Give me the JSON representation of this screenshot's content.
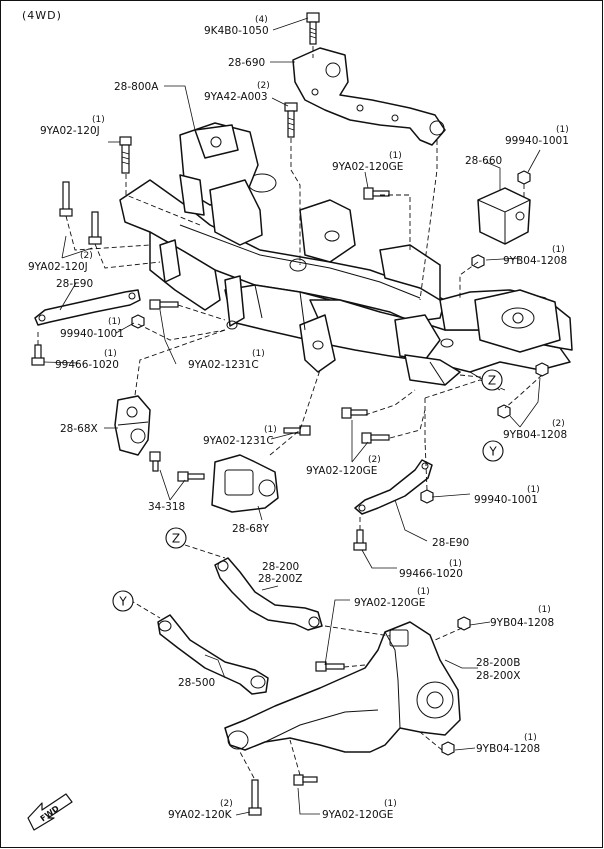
{
  "header": {
    "variant": "(4WD)"
  },
  "callouts": {
    "c_9k4b0": {
      "code": "9K4B0-1050",
      "qty": "(4)"
    },
    "c_28690": {
      "code": "28-690"
    },
    "c_28800a": {
      "code": "28-800A"
    },
    "c_9ya42": {
      "code": "9YA42-A003",
      "qty": "(2)"
    },
    "c_9ya02_120j_top": {
      "code": "9YA02-120J",
      "qty": "(1)"
    },
    "c_99940_1001_r": {
      "code": "99940-1001",
      "qty": "(1)"
    },
    "c_9ya02_120ge_top": {
      "code": "9YA02-120GE",
      "qty": "(1)"
    },
    "c_28660": {
      "code": "28-660"
    },
    "c_9ya02_120j_l": {
      "code": "9YA02-120J",
      "qty": "(2)"
    },
    "c_9yb04_1208_a": {
      "code": "9YB04-1208",
      "qty": "(1)"
    },
    "c_28e90_l": {
      "code": "28-E90"
    },
    "c_99940_1001_l": {
      "code": "99940-1001",
      "qty": "(1)"
    },
    "c_99466_1020_l": {
      "code": "99466-1020",
      "qty": "(1)"
    },
    "c_9ya02_1231c_a": {
      "code": "9YA02-1231C",
      "qty": "(1)"
    },
    "c_2868x": {
      "code": "28-68X"
    },
    "c_9yb04_1208_b": {
      "code": "9YB04-1208",
      "qty": "(2)"
    },
    "c_9ya02_1231c_b": {
      "code": "9YA02-1231C",
      "qty": "(1)"
    },
    "c_9ya02_120ge_mid": {
      "code": "9YA02-120GE",
      "qty": "(2)"
    },
    "c_34318": {
      "code": "34-318"
    },
    "c_2868y": {
      "code": "28-68Y"
    },
    "c_99940_1001_m": {
      "code": "99940-1001",
      "qty": "(1)"
    },
    "c_28e90_r": {
      "code": "28-E90"
    },
    "c_99466_1020_r": {
      "code": "99466-1020",
      "qty": "(1)"
    },
    "c_28200": {
      "code": "28-200",
      "code2": "28-200Z"
    },
    "c_9ya02_120ge_low": {
      "code": "9YA02-120GE",
      "qty": "(1)"
    },
    "c_9yb04_1208_c": {
      "code": "9YB04-1208",
      "qty": "(1)"
    },
    "c_28200b": {
      "code": "28-200B",
      "code2": "28-200X"
    },
    "c_28500": {
      "code": "28-500"
    },
    "c_9yb04_1208_d": {
      "code": "9YB04-1208",
      "qty": "(1)"
    },
    "c_9ya02_120k": {
      "code": "9YA02-120K",
      "qty": "(2)"
    },
    "c_9ya02_120ge_bot": {
      "code": "9YA02-120GE",
      "qty": "(1)"
    }
  },
  "markers": {
    "z": "Z",
    "y": "Y"
  },
  "fwd": "FWD"
}
